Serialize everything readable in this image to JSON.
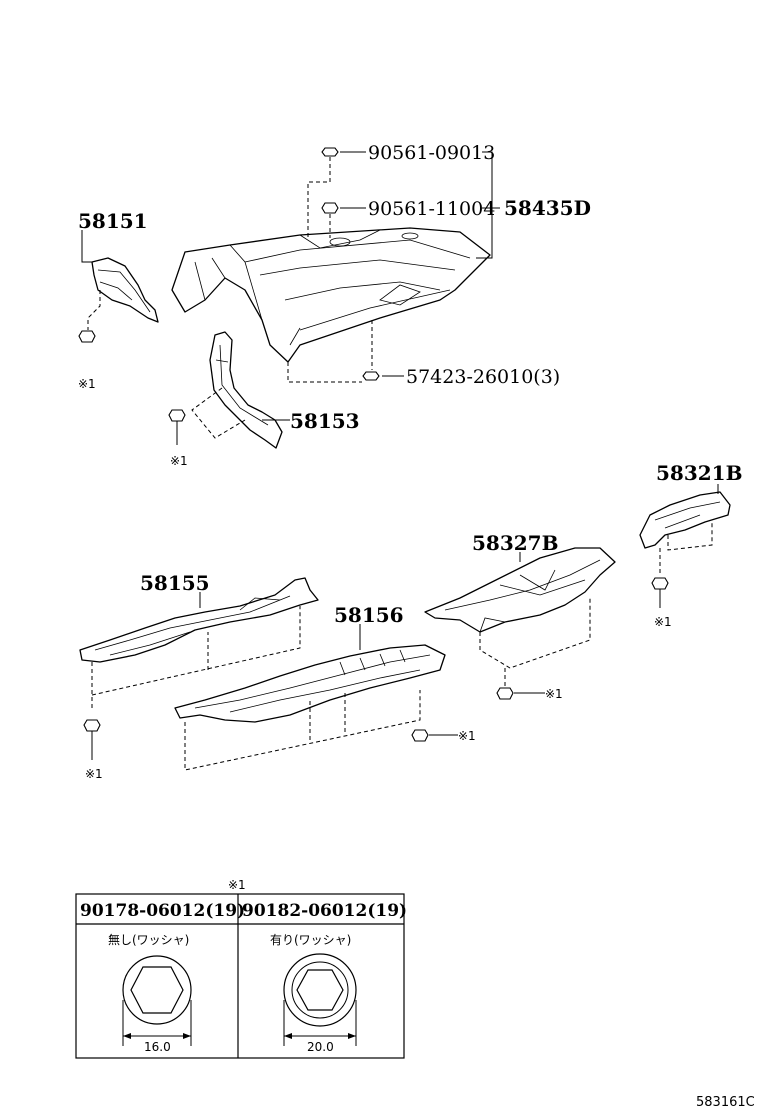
{
  "labels": {
    "p58151": "58151",
    "p90561_09013": "90561-09013",
    "p90561_11004": "90561-11004",
    "p58435D": "58435D",
    "p57423": "57423-26010(3)",
    "p58153": "58153",
    "p58321B": "58321B",
    "p58327B": "58327B",
    "p58155": "58155",
    "p58156": "58156"
  },
  "ref_mark": "※1",
  "table": {
    "title": "※1",
    "col1": {
      "part": "90178-06012(19)",
      "note": "無し(ワッシャ)",
      "dim": "16.0"
    },
    "col2": {
      "part": "90182-06012(19)",
      "note": "有り(ワッシャ)",
      "dim": "20.0"
    }
  },
  "drawing_number": "583161C"
}
